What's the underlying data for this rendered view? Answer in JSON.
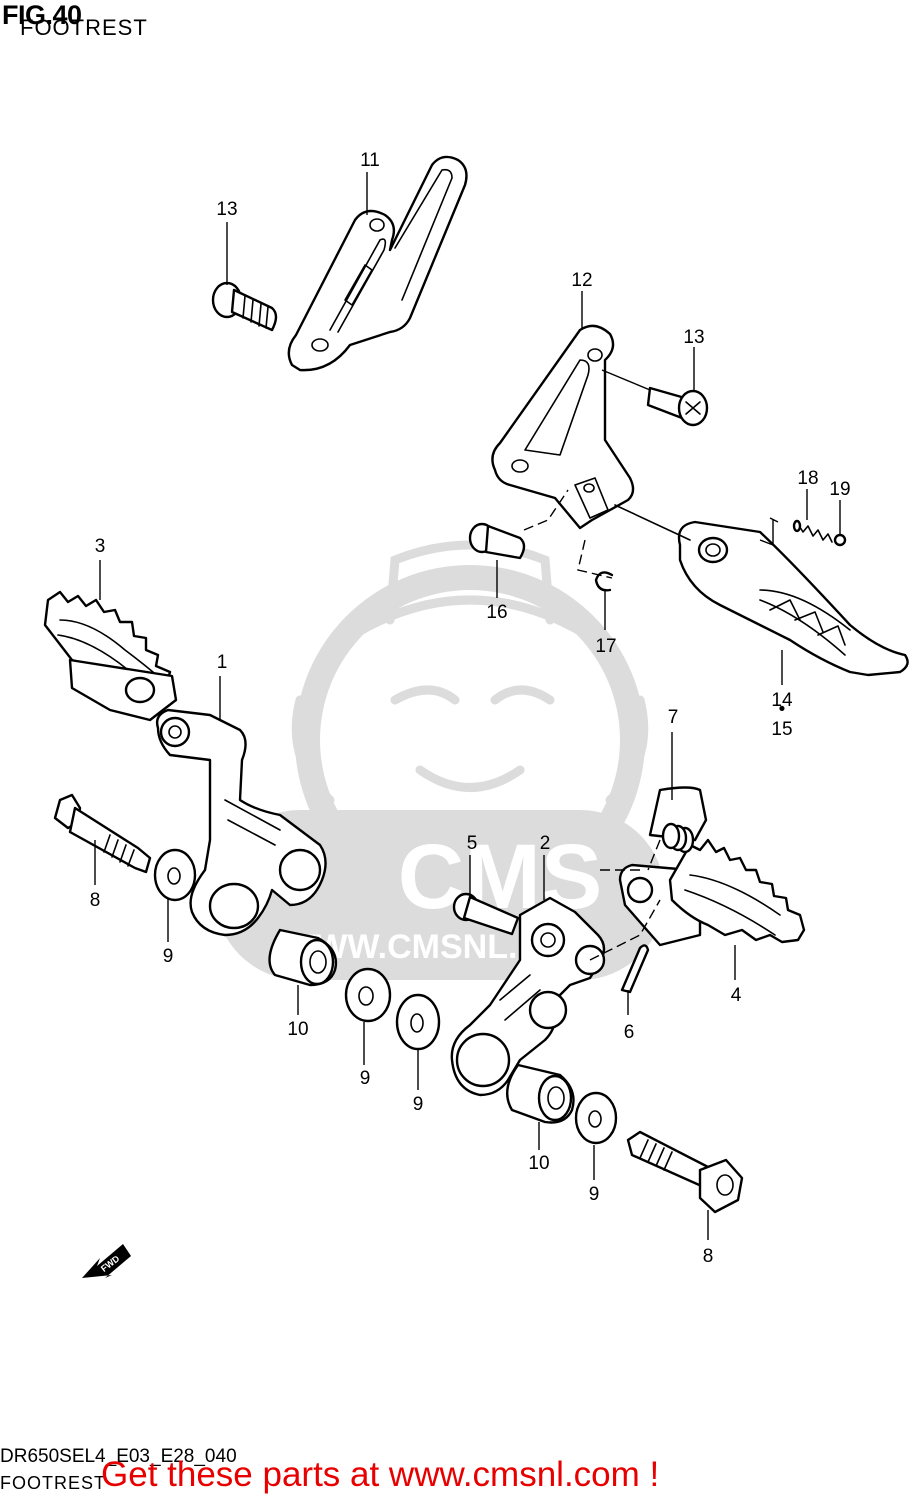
{
  "header": {
    "fig_title": "FIG.40",
    "fig_subtitle": "FOOTREST"
  },
  "watermark": {
    "brand": "CMS",
    "url": "WWW.CMSNL.COM"
  },
  "fwd_badge": "FWD",
  "callouts": {
    "c1": "1",
    "c2": "2",
    "c3": "3",
    "c4": "4",
    "c5": "5",
    "c6": "6",
    "c7": "7",
    "c8a": "8",
    "c8b": "8",
    "c9a": "9",
    "c9b": "9",
    "c9c": "9",
    "c9d": "9",
    "c10a": "10",
    "c10b": "10",
    "c11": "11",
    "c12": "12",
    "c13a": "13",
    "c13b": "13",
    "c14": "14",
    "c15": "15",
    "c16": "16",
    "c17": "17",
    "c18": "18",
    "c19": "19"
  },
  "footer": {
    "diagram_code": "DR650SEL4_E03_E28_040",
    "subtitle": "FOOTREST",
    "promo": "Get these parts at www.cmsnl.com !"
  },
  "colors": {
    "line": "#000000",
    "watermark": "#dcdcdc",
    "promo": "#e80000"
  }
}
